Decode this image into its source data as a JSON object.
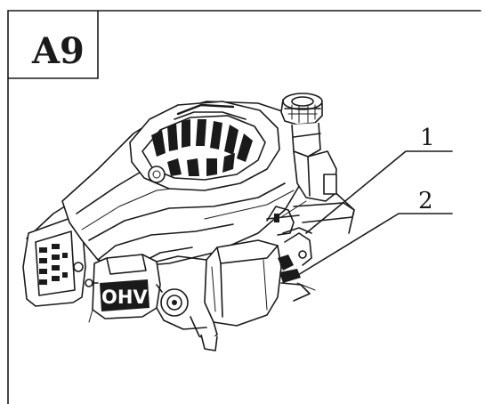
{
  "figure": {
    "label": "A9",
    "callouts": [
      "1",
      "2"
    ],
    "engine_logo": "OHV"
  },
  "colors": {
    "ink": "#1a1a1a",
    "background": "#ffffff"
  }
}
